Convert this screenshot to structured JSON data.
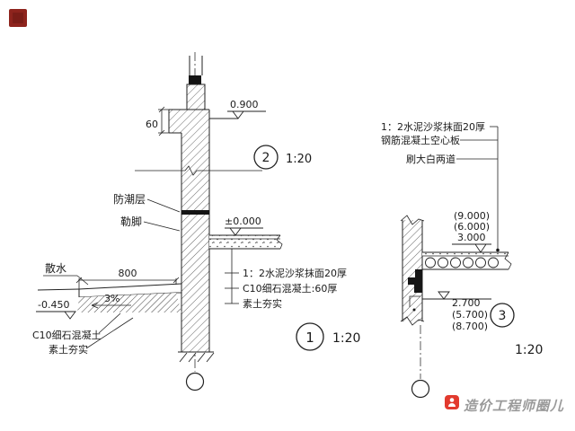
{
  "watermark": {
    "brand": "造价工程师圈儿"
  },
  "detail1": {
    "bubble": "1",
    "scale": "1:20",
    "elev_top": "0.900",
    "elev_floor": "±0.000",
    "elev_apron": "-0.450",
    "dim_sill": "60",
    "dim_apron": "800",
    "slope": "3%",
    "label_dampproof": "防潮层",
    "label_plinth": "勒脚",
    "label_apron": "散水",
    "floor_notes": [
      "1：2水泥沙浆抹面20厚",
      "C10细石混凝土:60厚",
      "素土夯实"
    ],
    "apron_notes": [
      "C10细石混凝土",
      "素土夯实"
    ]
  },
  "detail2": {
    "bubble": "2",
    "scale": "1:20"
  },
  "detail3": {
    "bubble": "3",
    "scale": "1:20",
    "notes": [
      "1：2水泥沙浆抹面20厚",
      "钢筋混凝土空心板",
      "刷大白两道"
    ],
    "upper_elev": [
      "(9.000)",
      "(6.000)",
      "3.000"
    ],
    "lower_elev": [
      "2.700",
      "(5.700)",
      "(8.700)"
    ]
  }
}
